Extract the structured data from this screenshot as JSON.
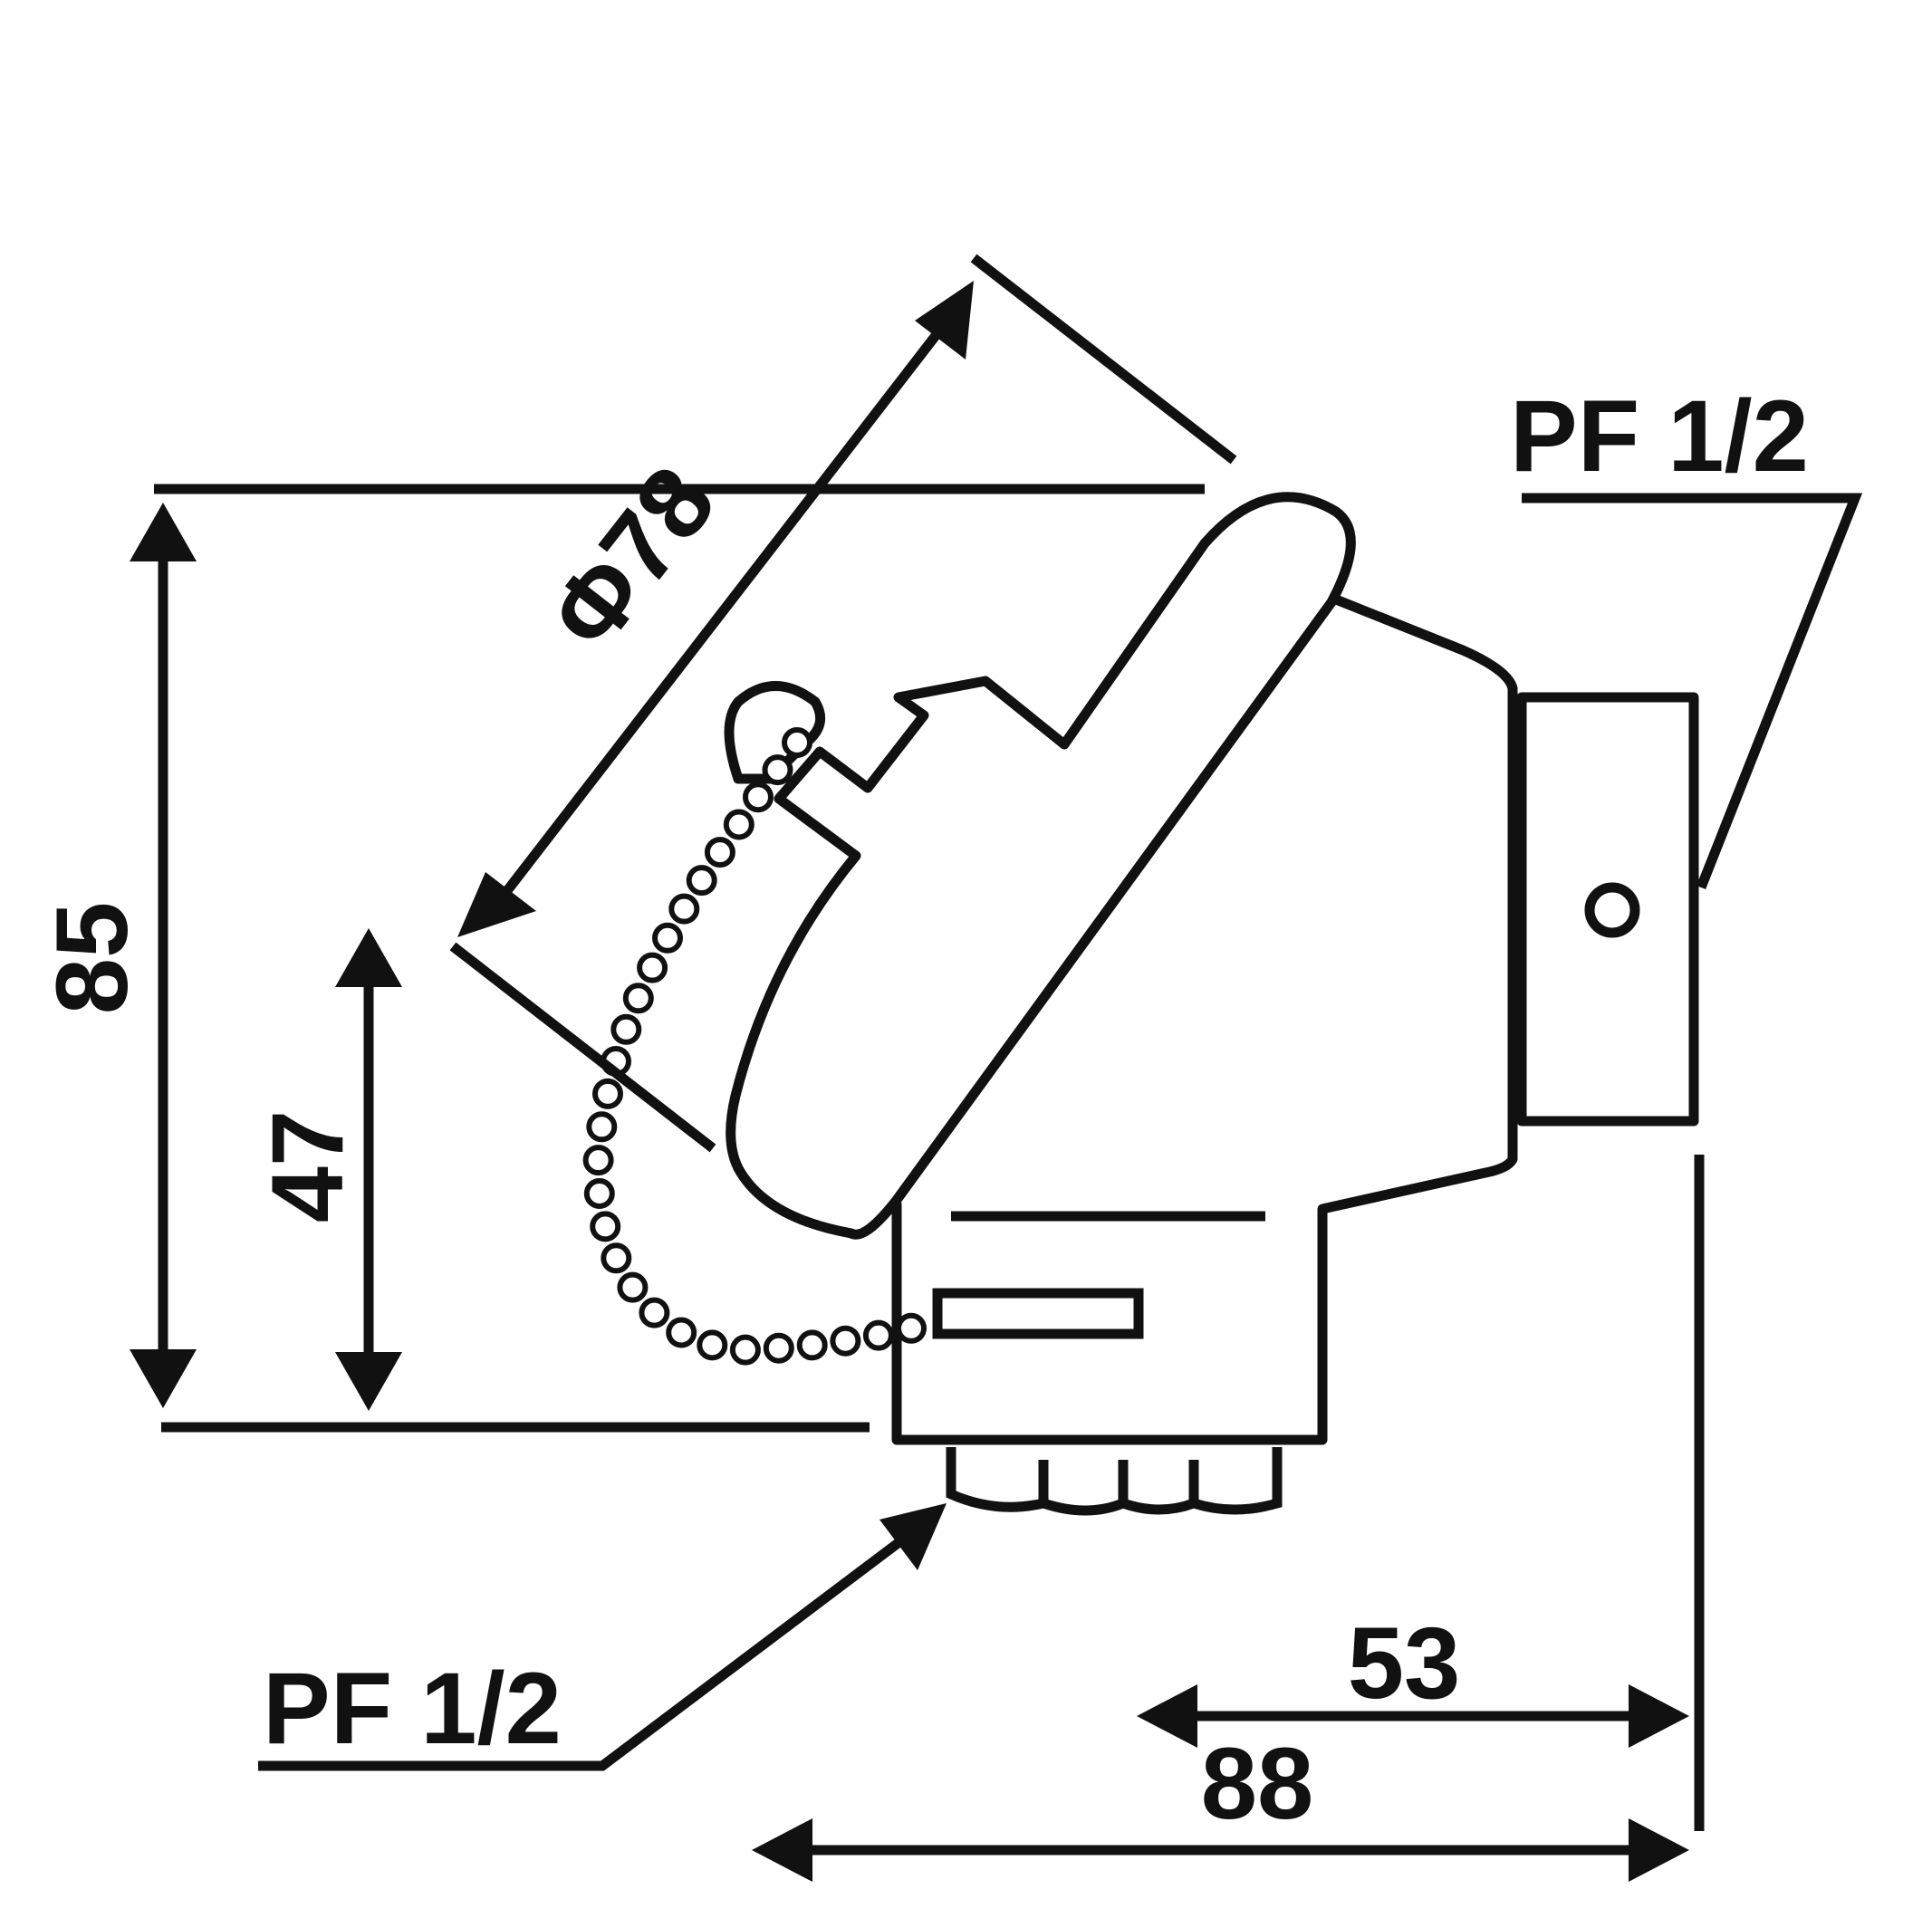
{
  "dimensions": {
    "total_height": "85",
    "body_height": "47",
    "cap_diameter": "Φ78",
    "inner_width": "53",
    "total_width": "88"
  },
  "threads": {
    "side_entry": "PF 1/2",
    "bottom_entry": "PF 1/2"
  },
  "colors": {
    "ink": "#111111",
    "paper": "#ffffff"
  }
}
